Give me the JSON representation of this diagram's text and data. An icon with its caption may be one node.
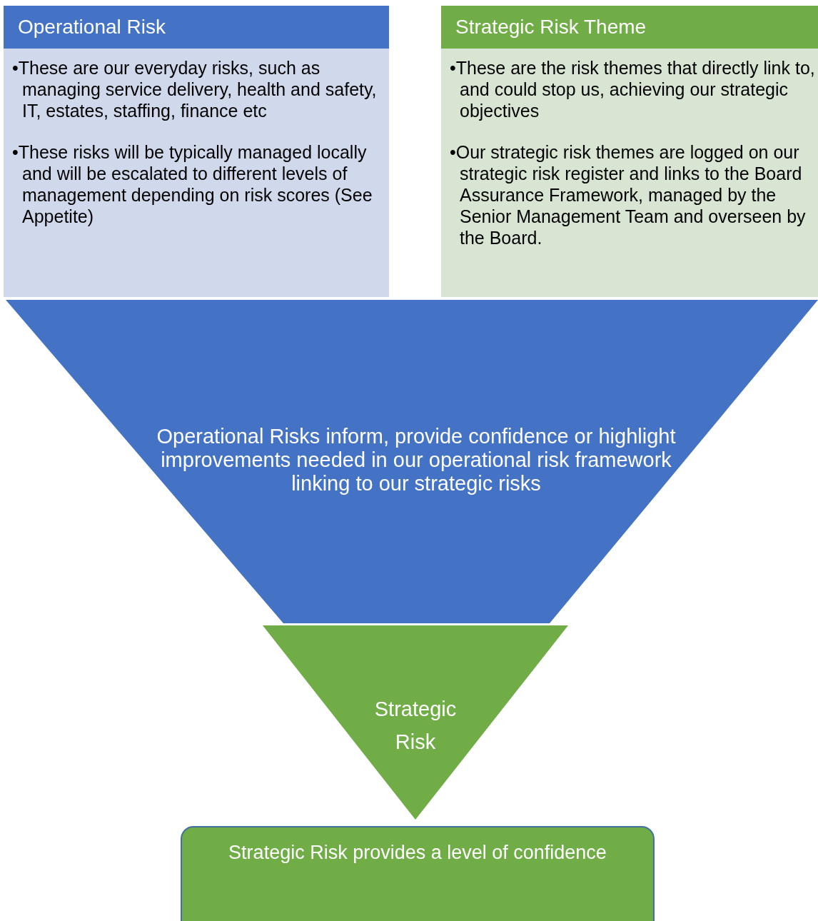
{
  "diagram": {
    "nodes": [
      {
        "text": [
          "Operational Risk",
          "•These are our everyday risks, such as managing service delivery, health and safety, IT, estates, staffing, finance etc",
          "•These risks will be typically managed locally and will be escalated to different levels of management depending on risk scores (See Appetite)"
        ]
      },
      {
        "text": [
          "Strategic Risk Theme",
          "•These are the risk themes that directly link to, and could stop us, achieving our strategic objectives",
          "•Our strategic risk themes are logged on our strategic risk register and links to the Board Assurance Framework, managed by the Senior Management Team and overseen by the Board."
        ]
      },
      {
        "text": [
          "Operational Risks inform, provide confidence or highlight improvements needed in our operational risk framework linking to our strategic risks"
        ]
      },
      {
        "text": [
          "Strategic Risk"
        ]
      },
      {
        "text": [
          "Strategic Risk provides a level of confidence"
        ]
      }
    ]
  }
}
